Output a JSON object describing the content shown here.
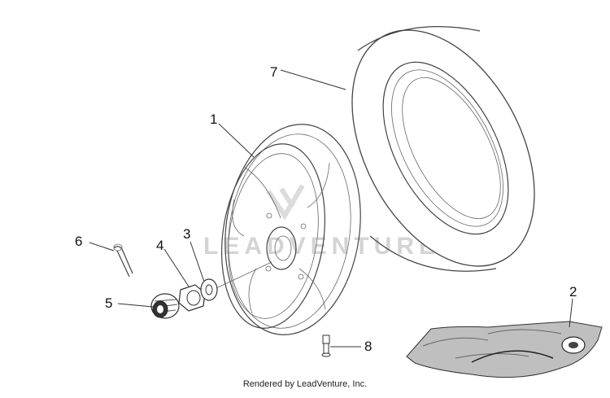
{
  "diagram": {
    "callouts": [
      {
        "id": "1",
        "part": "wheel-rim"
      },
      {
        "id": "2",
        "part": "tube-repair-kit"
      },
      {
        "id": "3",
        "part": "washer"
      },
      {
        "id": "4",
        "part": "nut"
      },
      {
        "id": "5",
        "part": "spacer-gear"
      },
      {
        "id": "6",
        "part": "cotter-pin"
      },
      {
        "id": "7",
        "part": "tire"
      },
      {
        "id": "8",
        "part": "valve"
      }
    ],
    "watermark": "LEADVENTURE",
    "footer": "Rendered by LeadVenture, Inc."
  }
}
